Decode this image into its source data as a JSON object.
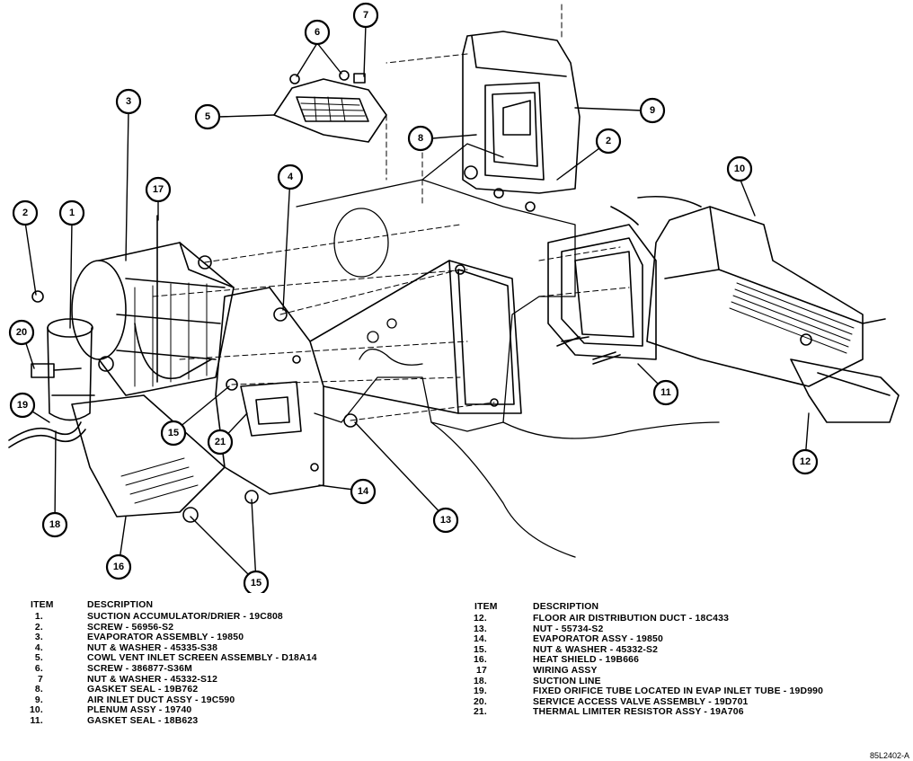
{
  "callouts": [
    {
      "id": "c1",
      "label": "1"
    },
    {
      "id": "c2a",
      "label": "2"
    },
    {
      "id": "c2b",
      "label": "2"
    },
    {
      "id": "c3",
      "label": "3"
    },
    {
      "id": "c4",
      "label": "4"
    },
    {
      "id": "c5",
      "label": "5"
    },
    {
      "id": "c6",
      "label": "6"
    },
    {
      "id": "c7",
      "label": "7"
    },
    {
      "id": "c8",
      "label": "8"
    },
    {
      "id": "c9",
      "label": "9"
    },
    {
      "id": "c10",
      "label": "10"
    },
    {
      "id": "c11",
      "label": "11"
    },
    {
      "id": "c12",
      "label": "12"
    },
    {
      "id": "c13",
      "label": "13"
    },
    {
      "id": "c14",
      "label": "14"
    },
    {
      "id": "c15a",
      "label": "15"
    },
    {
      "id": "c15b",
      "label": "15"
    },
    {
      "id": "c16",
      "label": "16"
    },
    {
      "id": "c17",
      "label": "17"
    },
    {
      "id": "c18",
      "label": "18"
    },
    {
      "id": "c19",
      "label": "19"
    },
    {
      "id": "c20",
      "label": "20"
    },
    {
      "id": "c21",
      "label": "21"
    }
  ],
  "legend": {
    "item_header": "ITEM",
    "description_header": "DESCRIPTION",
    "left": [
      {
        "item": "1.",
        "description": "SUCTION ACCUMULATOR/DRIER - 19C808"
      },
      {
        "item": "2.",
        "description": "SCREW - 56956-S2"
      },
      {
        "item": "3.",
        "description": "EVAPORATOR ASSEMBLY - 19850"
      },
      {
        "item": "4.",
        "description": "NUT & WASHER - 45335-S38"
      },
      {
        "item": "5.",
        "description": "COWL VENT INLET SCREEN ASSEMBLY - D18A14"
      },
      {
        "item": "6.",
        "description": "SCREW - 386877-S36M"
      },
      {
        "item": "7",
        "description": "NUT & WASHER - 45332-S12"
      },
      {
        "item": "8.",
        "description": "GASKET SEAL - 19B762"
      },
      {
        "item": "9.",
        "description": "AIR INLET DUCT ASSY - 19C590"
      },
      {
        "item": "10.",
        "description": "PLENUM ASSY - 19740"
      },
      {
        "item": "11.",
        "description": "GASKET SEAL - 18B623"
      }
    ],
    "right": [
      {
        "item": "12.",
        "description": "FLOOR AIR DISTRIBUTION DUCT - 18C433"
      },
      {
        "item": "13.",
        "description": "NUT - 55734-S2"
      },
      {
        "item": "14.",
        "description": "EVAPORATOR ASSY - 19850"
      },
      {
        "item": "15.",
        "description": "NUT & WASHER - 45332-S2"
      },
      {
        "item": "16.",
        "description": "HEAT SHIELD - 19B666"
      },
      {
        "item": "17",
        "description": "WIRING ASSY"
      },
      {
        "item": "18.",
        "description": "SUCTION LINE"
      },
      {
        "item": "19.",
        "description": "FIXED ORIFICE TUBE LOCATED IN EVAP INLET TUBE - 19D990"
      },
      {
        "item": "20.",
        "description": "SERVICE ACCESS VALVE ASSEMBLY - 19D701"
      },
      {
        "item": "21.",
        "description": "THERMAL LIMITER RESISTOR ASSY - 19A706"
      }
    ]
  },
  "reference_code": "85L2402-A"
}
